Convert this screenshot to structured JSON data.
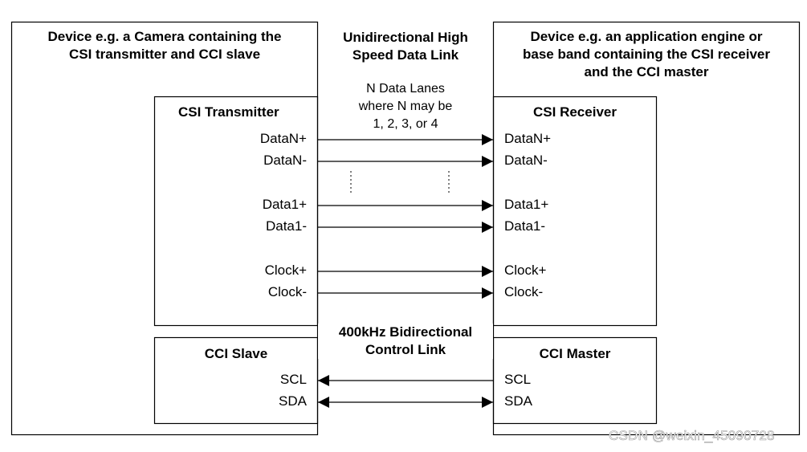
{
  "left_device": {
    "title_line1": "Device e.g. a Camera containing the",
    "title_line2": "CSI transmitter and CCI slave"
  },
  "right_device": {
    "title_line1": "Device e.g. an application engine or",
    "title_line2": "base band containing the CSI receiver",
    "title_line3": "and the CCI master"
  },
  "data_link": {
    "line1": "Unidirectional High",
    "line2": "Speed Data  Link"
  },
  "lanes_note": {
    "line1": "N Data Lanes",
    "line2": "where N may be",
    "line3": "1, 2, 3, or 4"
  },
  "control_link": {
    "line1": "400kHz Bidirectional",
    "line2": "Control Link"
  },
  "csi_transmitter": {
    "title": "CSI Transmitter",
    "signals": [
      "DataN+",
      "DataN-",
      "Data1+",
      "Data1-",
      "Clock+",
      "Clock-"
    ]
  },
  "csi_receiver": {
    "title": "CSI Receiver",
    "signals": [
      "DataN+",
      "DataN-",
      "Data1+",
      "Data1-",
      "Clock+",
      "Clock-"
    ]
  },
  "cci_slave": {
    "title": "CCI Slave",
    "signals": [
      "SCL",
      "SDA"
    ]
  },
  "cci_master": {
    "title": "CCI Master",
    "signals": [
      "SCL",
      "SDA"
    ]
  },
  "watermark": "CSDN @weixin_45090728"
}
